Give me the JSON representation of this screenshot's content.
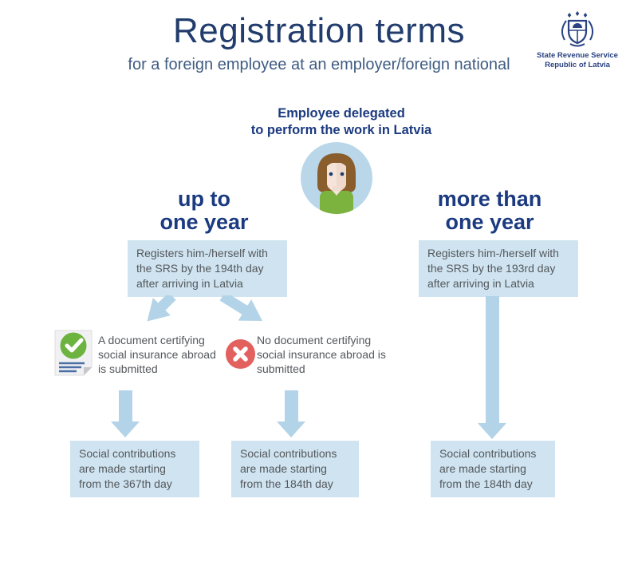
{
  "header": {
    "title": "Registration terms",
    "subtitle": "for a foreign employee at an employer/foreign national"
  },
  "logo": {
    "crest_icon": "latvia-coat-of-arms",
    "line1": "State Revenue Service",
    "line2": "Republic of Latvia"
  },
  "root": {
    "avatar_icon": "employee-avatar",
    "label_line1": "Employee delegated",
    "label_line2": "to perform the work in Latvia"
  },
  "left_branch": {
    "heading_line1": "up to",
    "heading_line2": "one year",
    "register_text": "Registers him-/herself with the SRS by the 194th day after arriving in Latvia",
    "outcomes": [
      {
        "icon": "document-check-icon",
        "condition": "A document certifying social insurance abroad is submitted",
        "result": "Social contributions are made starting from the 367th day"
      },
      {
        "icon": "cross-circle-icon",
        "condition": "No document certifying social insurance abroad is submitted",
        "result": "Social contributions are made starting from the 184th day"
      }
    ]
  },
  "right_branch": {
    "heading_line1": "more than",
    "heading_line2": "one year",
    "register_text": "Registers him-/herself with the SRS by the 193rd day after arriving in Latvia",
    "result": "Social contributions are made starting from the 184th day"
  },
  "colors": {
    "navy_title": "#223d6d",
    "navy_bold": "#1b3a80",
    "box_bg": "#cfe4f0",
    "arrow_blue": "#b3d3e8",
    "body_text": "#54575c",
    "green": "#6cb33f",
    "red": "#e2615e",
    "avatar_bg": "#b9d7e9"
  }
}
